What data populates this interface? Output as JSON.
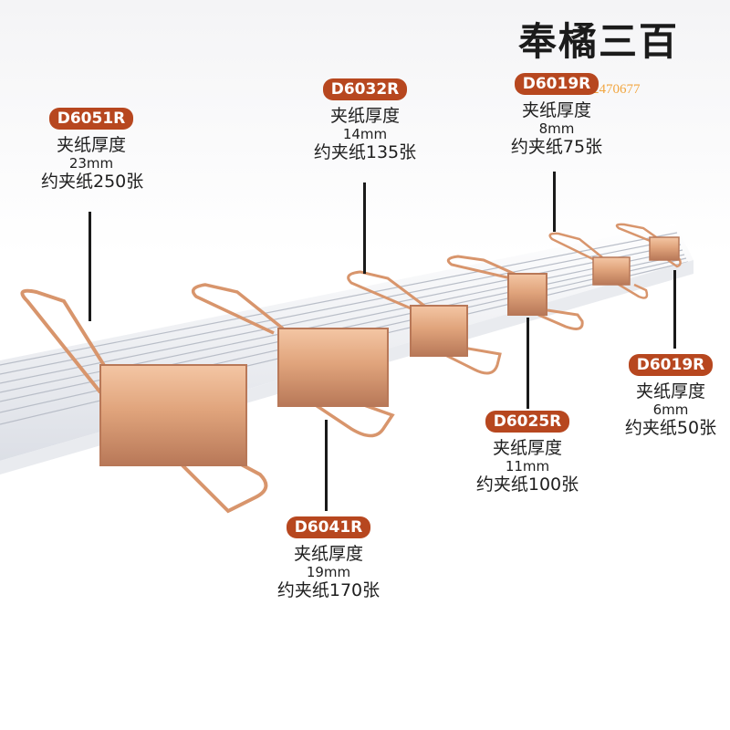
{
  "watermark": {
    "brand": "奉橘三百",
    "phone_prefix": "：",
    "phone": "13752470677"
  },
  "colors": {
    "badge": "#b7471f",
    "clip_rose_gold": "#e0a47c",
    "watermark_phone": "#f2a640"
  },
  "specs": [
    {
      "code": "D6051R",
      "line1": "夹纸厚度",
      "line2": "23mm",
      "line3": "约夹纸250张"
    },
    {
      "code": "D6032R",
      "line1": "夹纸厚度",
      "line2": "14mm",
      "line3": "约夹纸135张"
    },
    {
      "code": "D6019R",
      "line1": "夹纸厚度",
      "line2": "8mm",
      "line3": "约夹纸75张"
    },
    {
      "code": "D6019R",
      "line1": "夹纸厚度",
      "line2": "6mm",
      "line3": "约夹纸50张"
    },
    {
      "code": "D6025R",
      "line1": "夹纸厚度",
      "line2": "11mm",
      "line3": "约夹纸100张"
    },
    {
      "code": "D6041R",
      "line1": "夹纸厚度",
      "line2": "19mm",
      "line3": "约夹纸170张"
    }
  ]
}
